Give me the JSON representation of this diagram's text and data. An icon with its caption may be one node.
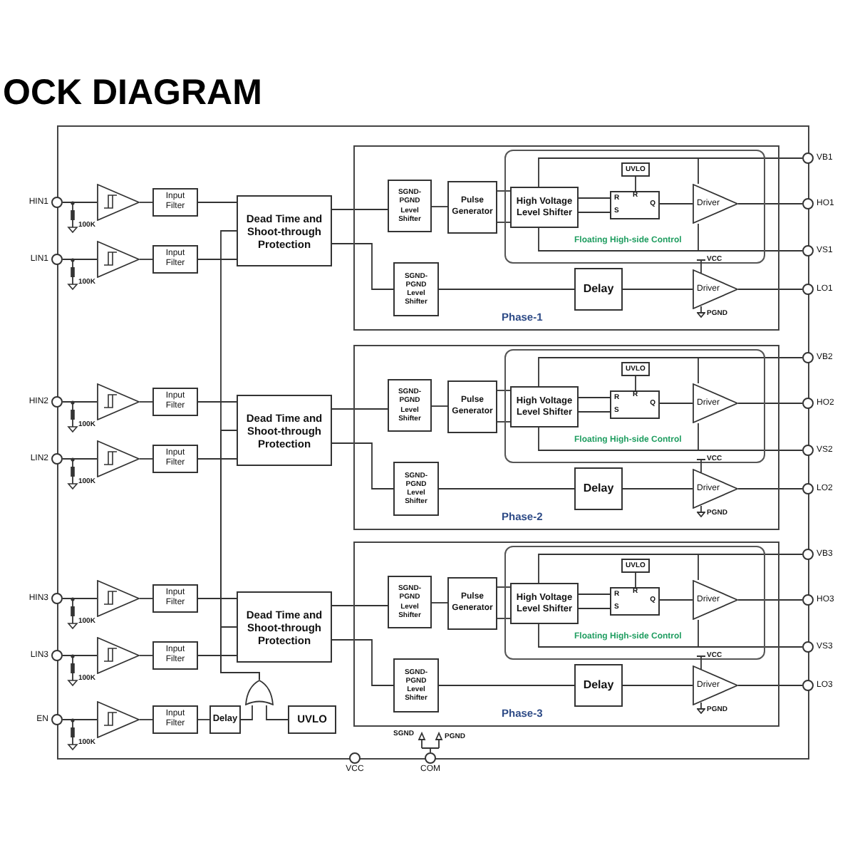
{
  "diagram": {
    "title": "OCK DIAGRAM",
    "nodes": [
      {
        "text": [
          "HIN1"
        ]
      },
      {
        "text": [],
        "shape": "triangle"
      },
      {
        "text": [
          "Input Filter"
        ]
      },
      {
        "text": [
          "LIN1"
        ]
      },
      {
        "text": [],
        "shape": "triangle"
      },
      {
        "text": [
          "Input Filter"
        ]
      },
      {
        "text": [
          "Dead Time and Shoot-through Protection"
        ]
      },
      {
        "text": [
          "Phase-1"
        ]
      },
      {
        "text": [
          "SGND-PGND Level Shifter"
        ],
        "in": 7
      },
      {
        "text": [
          "Pulse Generator"
        ],
        "in": 7
      },
      {
        "text": [
          "Floating High-side Control"
        ],
        "in": 7
      },
      {
        "text": [
          "High Voltage Level Shifter"
        ],
        "in": 10
      },
      {
        "text": [
          "UVLO"
        ],
        "in": 10
      },
      {
        "text": [
          "R",
          "S",
          "R",
          "Q"
        ],
        "in": 10
      },
      {
        "text": [
          "Driver"
        ],
        "in": 10
      },
      {
        "text": [
          "SGND-PGND Level Shifter"
        ],
        "in": 7
      },
      {
        "text": [
          "Delay"
        ],
        "in": 7
      },
      {
        "text": [
          "Driver"
        ],
        "in": 7,
        "beside": [
          "VCC",
          "PGND"
        ]
      },
      {
        "text": [
          "VB1"
        ]
      },
      {
        "text": [
          "HO1"
        ]
      },
      {
        "text": [
          "VS1"
        ]
      },
      {
        "text": [
          "LO1"
        ]
      },
      {
        "text": [
          "HIN2"
        ]
      },
      {
        "text": [],
        "shape": "triangle"
      },
      {
        "text": [
          "Input Filter"
        ]
      },
      {
        "text": [
          "LIN2"
        ]
      },
      {
        "text": [],
        "shape": "triangle"
      },
      {
        "text": [
          "Input Filter"
        ]
      },
      {
        "text": [
          "Dead Time and Shoot-through Protection"
        ]
      },
      {
        "text": [
          "Phase-2"
        ]
      },
      {
        "text": [
          "SGND-PGND Level Shifter"
        ],
        "in": 29
      },
      {
        "text": [
          "Pulse Generator"
        ],
        "in": 29
      },
      {
        "text": [
          "Floating High-side Control"
        ],
        "in": 29
      },
      {
        "text": [
          "High Voltage Level Shifter"
        ],
        "in": 32
      },
      {
        "text": [
          "UVLO"
        ],
        "in": 32
      },
      {
        "text": [
          "R",
          "S",
          "R",
          "Q"
        ],
        "in": 32
      },
      {
        "text": [
          "Driver"
        ],
        "in": 32
      },
      {
        "text": [
          "SGND-PGND Level Shifter"
        ],
        "in": 29
      },
      {
        "text": [
          "Delay"
        ],
        "in": 29
      },
      {
        "text": [
          "Driver"
        ],
        "in": 29,
        "beside": [
          "VCC",
          "PGND"
        ]
      },
      {
        "text": [
          "VB2"
        ]
      },
      {
        "text": [
          "HO2"
        ]
      },
      {
        "text": [
          "VS2"
        ]
      },
      {
        "text": [
          "LO2"
        ]
      },
      {
        "text": [
          "HIN3"
        ]
      },
      {
        "text": [],
        "shape": "triangle"
      },
      {
        "text": [
          "Input Filter"
        ]
      },
      {
        "text": [
          "LIN3"
        ]
      },
      {
        "text": [],
        "shape": "triangle"
      },
      {
        "text": [
          "Input Filter"
        ]
      },
      {
        "text": [
          "Dead Time and Shoot-through Protection"
        ]
      },
      {
        "text": [
          "Phase-3"
        ]
      },
      {
        "text": [
          "SGND-PGND Level Shifter"
        ],
        "in": 51
      },
      {
        "text": [
          "Pulse Generator"
        ],
        "in": 51
      },
      {
        "text": [
          "Floating High-side Control"
        ],
        "in": 51
      },
      {
        "text": [
          "High Voltage Level Shifter"
        ],
        "in": 54
      },
      {
        "text": [
          "UVLO"
        ],
        "in": 54
      },
      {
        "text": [
          "R",
          "S",
          "R",
          "Q"
        ],
        "in": 54
      },
      {
        "text": [
          "Driver"
        ],
        "in": 54
      },
      {
        "text": [
          "SGND-PGND Level Shifter"
        ],
        "in": 51
      },
      {
        "text": [
          "Delay"
        ],
        "in": 51
      },
      {
        "text": [
          "Driver"
        ],
        "in": 51,
        "beside": [
          "VCC",
          "PGND"
        ]
      },
      {
        "text": [
          "VB3"
        ]
      },
      {
        "text": [
          "HO3"
        ]
      },
      {
        "text": [
          "VS3"
        ]
      },
      {
        "text": [
          "LO3"
        ]
      },
      {
        "text": [
          "EN"
        ]
      },
      {
        "text": [],
        "shape": "triangle"
      },
      {
        "text": [
          "Input Filter"
        ]
      },
      {
        "text": [
          "Delay"
        ]
      },
      {
        "text": [],
        "shape": "gate"
      },
      {
        "text": [
          "UVLO"
        ]
      },
      {
        "text": [
          "VCC"
        ]
      },
      {
        "text": [
          "COM"
        ]
      }
    ],
    "edges": [
      {
        "from": 0,
        "to": 1,
        "arrow": "none"
      },
      {
        "from": 1,
        "to": 2,
        "arrow": "none"
      },
      {
        "from": 2,
        "to": 6,
        "arrow": "none"
      },
      {
        "from": 3,
        "to": 4,
        "arrow": "none"
      },
      {
        "from": 4,
        "to": 5,
        "arrow": "none"
      },
      {
        "from": 5,
        "to": 6,
        "arrow": "none"
      },
      {
        "from": 6,
        "to": 8,
        "arrow": "none"
      },
      {
        "from": 6,
        "to": 15,
        "arrow": "none"
      },
      {
        "from": 8,
        "to": 9,
        "arrow": "none"
      },
      {
        "from": 9,
        "to": 11,
        "arrow": "none"
      },
      {
        "from": 9,
        "to": 11,
        "arrow": "none"
      },
      {
        "from": 11,
        "to": 13,
        "arrow": "none"
      },
      {
        "from": 11,
        "to": 13,
        "arrow": "none"
      },
      {
        "from": 12,
        "to": 13,
        "arrow": "none"
      },
      {
        "from": 13,
        "to": 14,
        "arrow": "none"
      },
      {
        "from": 14,
        "to": 19,
        "arrow": "none"
      },
      {
        "from": 18,
        "to": 11,
        "arrow": "none"
      },
      {
        "from": 18,
        "to": 14,
        "arrow": "none"
      },
      {
        "from": 20,
        "to": 11,
        "arrow": "none"
      },
      {
        "from": 20,
        "to": 14,
        "arrow": "none"
      },
      {
        "from": 15,
        "to": 16,
        "arrow": "none"
      },
      {
        "from": 16,
        "to": 17,
        "arrow": "none"
      },
      {
        "from": 17,
        "to": 21,
        "arrow": "none"
      },
      {
        "from": 22,
        "to": 23,
        "arrow": "none"
      },
      {
        "from": 23,
        "to": 24,
        "arrow": "none"
      },
      {
        "from": 24,
        "to": 28,
        "arrow": "none"
      },
      {
        "from": 25,
        "to": 26,
        "arrow": "none"
      },
      {
        "from": 26,
        "to": 27,
        "arrow": "none"
      },
      {
        "from": 27,
        "to": 28,
        "arrow": "none"
      },
      {
        "from": 28,
        "to": 30,
        "arrow": "none"
      },
      {
        "from": 28,
        "to": 37,
        "arrow": "none"
      },
      {
        "from": 30,
        "to": 31,
        "arrow": "none"
      },
      {
        "from": 31,
        "to": 33,
        "arrow": "none"
      },
      {
        "from": 31,
        "to": 33,
        "arrow": "none"
      },
      {
        "from": 33,
        "to": 35,
        "arrow": "none"
      },
      {
        "from": 33,
        "to": 35,
        "arrow": "none"
      },
      {
        "from": 34,
        "to": 35,
        "arrow": "none"
      },
      {
        "from": 35,
        "to": 36,
        "arrow": "none"
      },
      {
        "from": 36,
        "to": 41,
        "arrow": "none"
      },
      {
        "from": 40,
        "to": 33,
        "arrow": "none"
      },
      {
        "from": 40,
        "to": 36,
        "arrow": "none"
      },
      {
        "from": 42,
        "to": 33,
        "arrow": "none"
      },
      {
        "from": 42,
        "to": 36,
        "arrow": "none"
      },
      {
        "from": 37,
        "to": 38,
        "arrow": "none"
      },
      {
        "from": 38,
        "to": 39,
        "arrow": "none"
      },
      {
        "from": 39,
        "to": 43,
        "arrow": "none"
      },
      {
        "from": 44,
        "to": 45,
        "arrow": "none"
      },
      {
        "from": 45,
        "to": 46,
        "arrow": "none"
      },
      {
        "from": 46,
        "to": 50,
        "arrow": "none"
      },
      {
        "from": 47,
        "to": 48,
        "arrow": "none"
      },
      {
        "from": 48,
        "to": 49,
        "arrow": "none"
      },
      {
        "from": 49,
        "to": 50,
        "arrow": "none"
      },
      {
        "from": 50,
        "to": 52,
        "arrow": "none"
      },
      {
        "from": 50,
        "to": 59,
        "arrow": "none"
      },
      {
        "from": 52,
        "to": 53,
        "arrow": "none"
      },
      {
        "from": 53,
        "to": 55,
        "arrow": "none"
      },
      {
        "from": 53,
        "to": 55,
        "arrow": "none"
      },
      {
        "from": 55,
        "to": 57,
        "arrow": "none"
      },
      {
        "from": 55,
        "to": 57,
        "arrow": "none"
      },
      {
        "from": 56,
        "to": 57,
        "arrow": "none"
      },
      {
        "from": 57,
        "to": 58,
        "arrow": "none"
      },
      {
        "from": 58,
        "to": 63,
        "arrow": "none"
      },
      {
        "from": 62,
        "to": 55,
        "arrow": "none"
      },
      {
        "from": 62,
        "to": 58,
        "arrow": "none"
      },
      {
        "from": 64,
        "to": 55,
        "arrow": "none"
      },
      {
        "from": 64,
        "to": 58,
        "arrow": "none"
      },
      {
        "from": 59,
        "to": 60,
        "arrow": "none"
      },
      {
        "from": 60,
        "to": 61,
        "arrow": "none"
      },
      {
        "from": 61,
        "to": 65,
        "arrow": "none"
      },
      {
        "from": 66,
        "to": 67,
        "arrow": "none"
      },
      {
        "from": 67,
        "to": 68,
        "arrow": "none"
      },
      {
        "from": 68,
        "to": 69,
        "arrow": "none"
      },
      {
        "from": 69,
        "to": 70,
        "arrow": "none"
      },
      {
        "from": 71,
        "to": 70,
        "arrow": "none"
      },
      {
        "from": 70,
        "to": 6,
        "arrow": "none"
      },
      {
        "from": 70,
        "to": 28,
        "arrow": "none"
      },
      {
        "from": 70,
        "to": 50,
        "arrow": "none"
      }
    ],
    "labels": [
      "100K",
      "100K",
      "100K",
      "100K",
      "100K",
      "100K",
      "100K",
      "SGND",
      "PGND"
    ]
  }
}
